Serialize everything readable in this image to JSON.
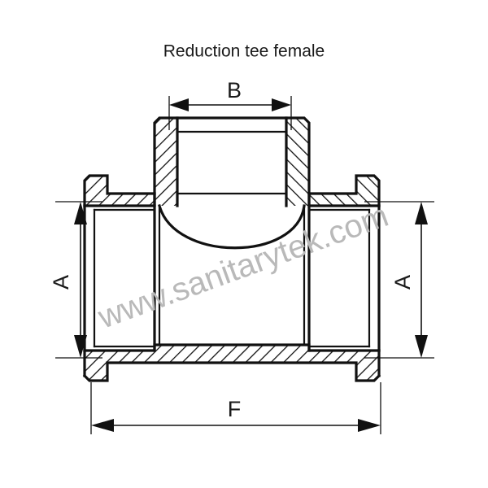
{
  "drawing": {
    "title": "Reduction tee female",
    "type": "engineering-cross-section",
    "product": "Reduction tee female",
    "line_color": "#111111",
    "background_color": "#ffffff"
  },
  "dimensions": {
    "top": {
      "label": "B",
      "name": "branch-diameter"
    },
    "left": {
      "label": "A",
      "name": "run-height-left"
    },
    "right": {
      "label": "A",
      "name": "run-height-right"
    },
    "bottom": {
      "label": "F",
      "name": "overall-length"
    }
  },
  "watermark": {
    "text": "www.sanitarytek.com",
    "color": "#b9b9b9",
    "rotation_deg": -20
  }
}
